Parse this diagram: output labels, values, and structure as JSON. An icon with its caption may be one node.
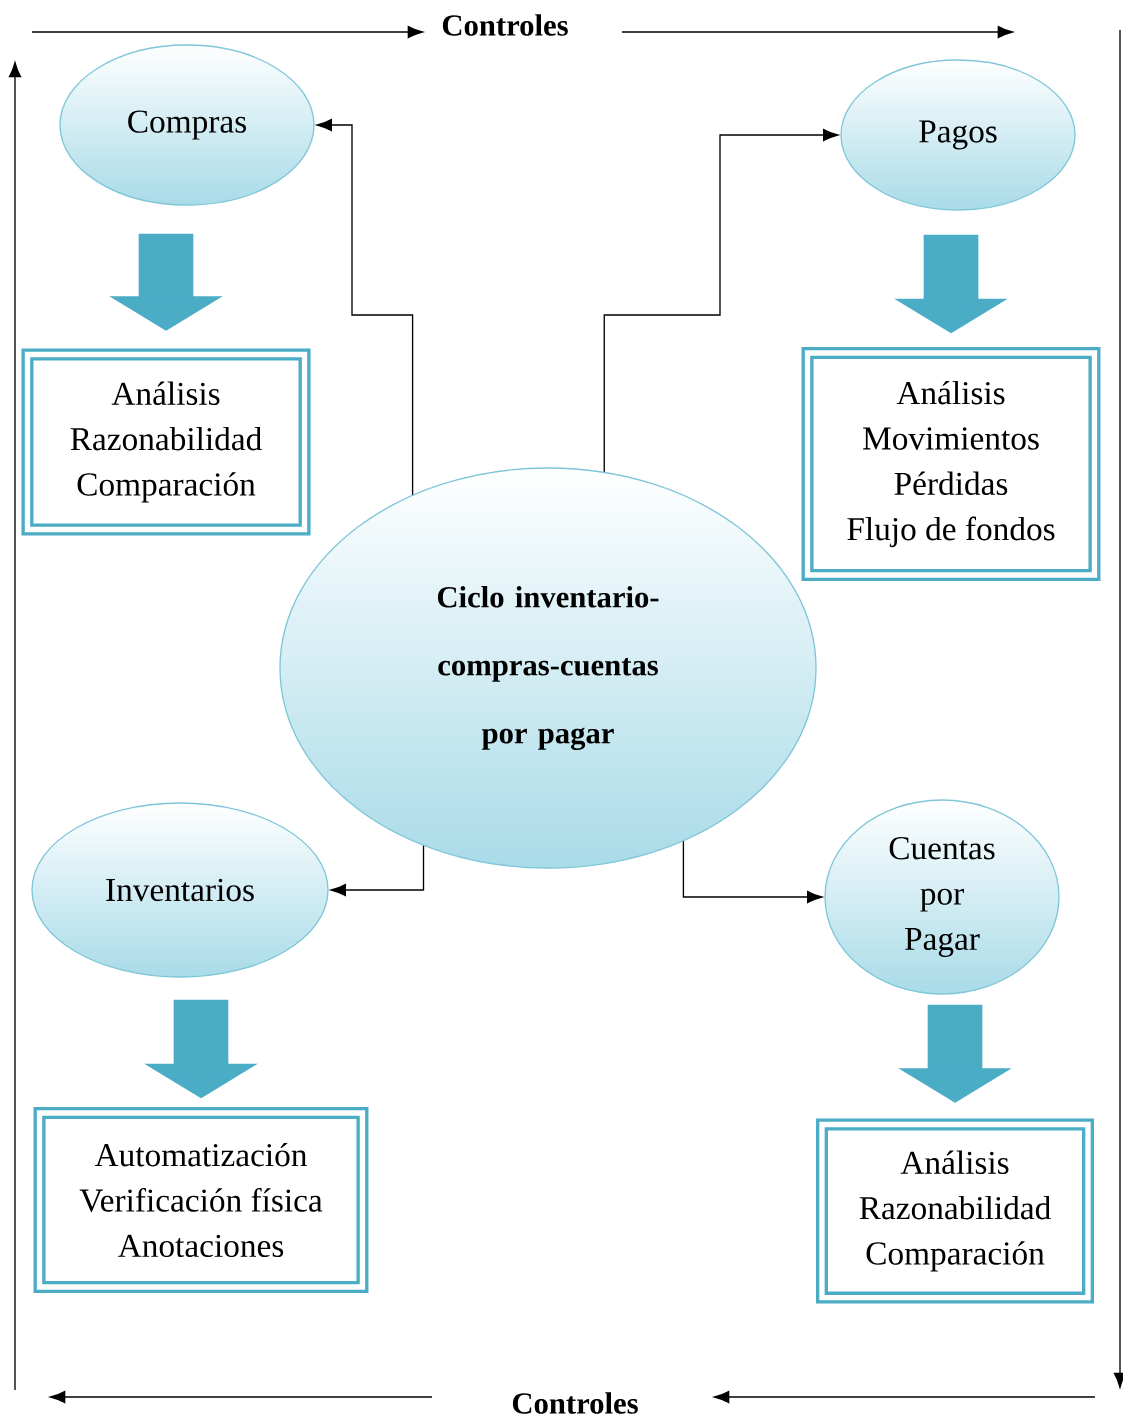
{
  "diagram": {
    "nodes": [
      {
        "text": [
          "Compras"
        ]
      },
      {
        "text": [
          "Pagos"
        ]
      },
      {
        "text": [
          "Análisis",
          "Razonabilidad",
          "Comparación"
        ]
      },
      {
        "text": [
          "Análisis",
          "Movimientos",
          "Pérdidas",
          "Flujo de fondos"
        ]
      },
      {
        "text": [
          "Ciclo inventario-compras-cuentas por pagar"
        ]
      },
      {
        "text": [
          "Inventarios"
        ]
      },
      {
        "text": [
          "Cuentas por Pagar"
        ]
      },
      {
        "text": [
          "Automatización",
          "Verificación física",
          "Anotaciones"
        ]
      },
      {
        "text": [
          "Análisis",
          "Razonabilidad",
          "Comparación"
        ]
      }
    ],
    "edges": [
      {
        "from": 0,
        "to": 2,
        "arrow": "to",
        "style": "thick",
        "color": "#4bacc6"
      },
      {
        "from": 1,
        "to": 3,
        "arrow": "to",
        "style": "thick",
        "color": "#4bacc6"
      },
      {
        "from": 5,
        "to": 7,
        "arrow": "to",
        "style": "thick",
        "color": "#4bacc6"
      },
      {
        "from": 6,
        "to": 8,
        "arrow": "to",
        "style": "thick",
        "color": "#4bacc6"
      },
      {
        "from": 4,
        "to": 0,
        "arrow": "to",
        "color": "#000000"
      },
      {
        "from": 4,
        "to": 1,
        "arrow": "to",
        "color": "#000000"
      },
      {
        "from": 4,
        "to": 5,
        "arrow": "to",
        "color": "#000000"
      },
      {
        "from": 4,
        "to": 6,
        "arrow": "to",
        "color": "#000000"
      }
    ],
    "labels": [
      "Controles",
      "Controles"
    ]
  }
}
